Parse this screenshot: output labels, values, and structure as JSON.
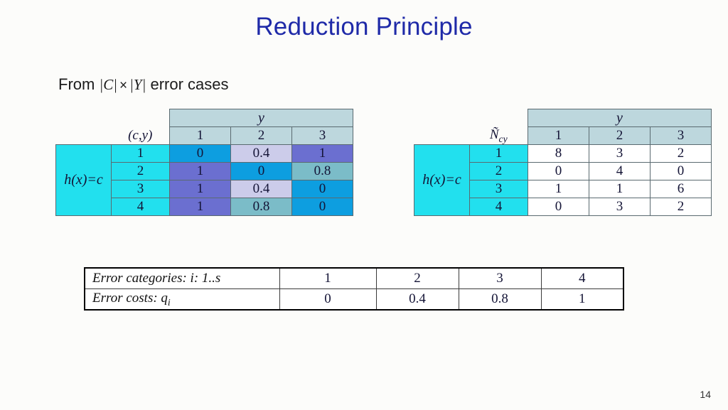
{
  "slide": {
    "title": "Reduction Principle",
    "page_number": "14",
    "background_color": "#fcfcfa",
    "title_color": "#1f2aa8"
  },
  "subtitle": {
    "prefix": "From",
    "term_left": "|C|",
    "operator": "×",
    "term_right": "|Y|",
    "suffix": "error cases"
  },
  "palette": {
    "header_bg": "#bdd7dd",
    "rowlabel_bg": "#22e0ee",
    "cost_0": "#0d9ee0",
    "cost_04": "#ccccea",
    "cost_08": "#7bbcc8",
    "cost_1": "#6b6fd0",
    "cell_white": "#ffffff",
    "grid_line": "#5a6a70"
  },
  "cost_matrix": {
    "corner_label": "(c,y)",
    "row_group_label": "h(x)=c",
    "column_group_label": "y",
    "column_headers": [
      "1",
      "2",
      "3"
    ],
    "row_headers": [
      "1",
      "2",
      "3",
      "4"
    ],
    "rows": [
      [
        {
          "value": "0",
          "color_key": "cost_0"
        },
        {
          "value": "0.4",
          "color_key": "cost_04"
        },
        {
          "value": "1",
          "color_key": "cost_1"
        }
      ],
      [
        {
          "value": "1",
          "color_key": "cost_1"
        },
        {
          "value": "0",
          "color_key": "cost_0"
        },
        {
          "value": "0.8",
          "color_key": "cost_08"
        }
      ],
      [
        {
          "value": "1",
          "color_key": "cost_1"
        },
        {
          "value": "0.4",
          "color_key": "cost_04"
        },
        {
          "value": "0",
          "color_key": "cost_0"
        }
      ],
      [
        {
          "value": "1",
          "color_key": "cost_1"
        },
        {
          "value": "0.8",
          "color_key": "cost_08"
        },
        {
          "value": "0",
          "color_key": "cost_0"
        }
      ]
    ]
  },
  "count_matrix": {
    "corner_label": "N",
    "corner_label_subscript": "cy",
    "row_group_label": "h(x)=c",
    "column_group_label": "y",
    "column_headers": [
      "1",
      "2",
      "3"
    ],
    "row_headers": [
      "1",
      "2",
      "3",
      "4"
    ],
    "rows": [
      [
        "8",
        "3",
        "2"
      ],
      [
        "0",
        "4",
        "0"
      ],
      [
        "1",
        "1",
        "6"
      ],
      [
        "0",
        "3",
        "2"
      ]
    ]
  },
  "legend_table": {
    "row1_label_text": "Error  categories",
    "row1_label_suffix": ": i: 1..s",
    "row2_label_text": "Error costs",
    "row2_label_suffix": ": q",
    "row2_label_subscript": "i",
    "categories": [
      "1",
      "2",
      "3",
      "4"
    ],
    "costs": [
      {
        "value": "0",
        "color_key": "cost_0"
      },
      {
        "value": "0.4",
        "color_key": "cost_04"
      },
      {
        "value": "0.8",
        "color_key": "cost_08"
      },
      {
        "value": "1",
        "color_key": "cost_1"
      }
    ]
  },
  "chart_data": {
    "type": "table",
    "title": "Reduction Principle",
    "tables": [
      {
        "name": "cost-matrix",
        "row_axis": "h(x)=c",
        "col_axis": "y",
        "columns": [
          "1",
          "2",
          "3"
        ],
        "rows": [
          "1",
          "2",
          "3",
          "4"
        ],
        "values": [
          [
            0,
            0.4,
            1
          ],
          [
            1,
            0,
            0.8
          ],
          [
            1,
            0.4,
            0
          ],
          [
            1,
            0.8,
            0
          ]
        ]
      },
      {
        "name": "count-matrix",
        "row_axis": "h(x)=c",
        "col_axis": "y",
        "columns": [
          "1",
          "2",
          "3"
        ],
        "rows": [
          "1",
          "2",
          "3",
          "4"
        ],
        "values": [
          [
            8,
            3,
            2
          ],
          [
            0,
            4,
            0
          ],
          [
            1,
            1,
            6
          ],
          [
            0,
            3,
            2
          ]
        ]
      },
      {
        "name": "error-cost-legend",
        "columns": [
          "1",
          "2",
          "3",
          "4"
        ],
        "rows": [
          "Error costs: q_i"
        ],
        "values": [
          [
            0,
            0.4,
            0.8,
            1
          ]
        ]
      }
    ]
  }
}
